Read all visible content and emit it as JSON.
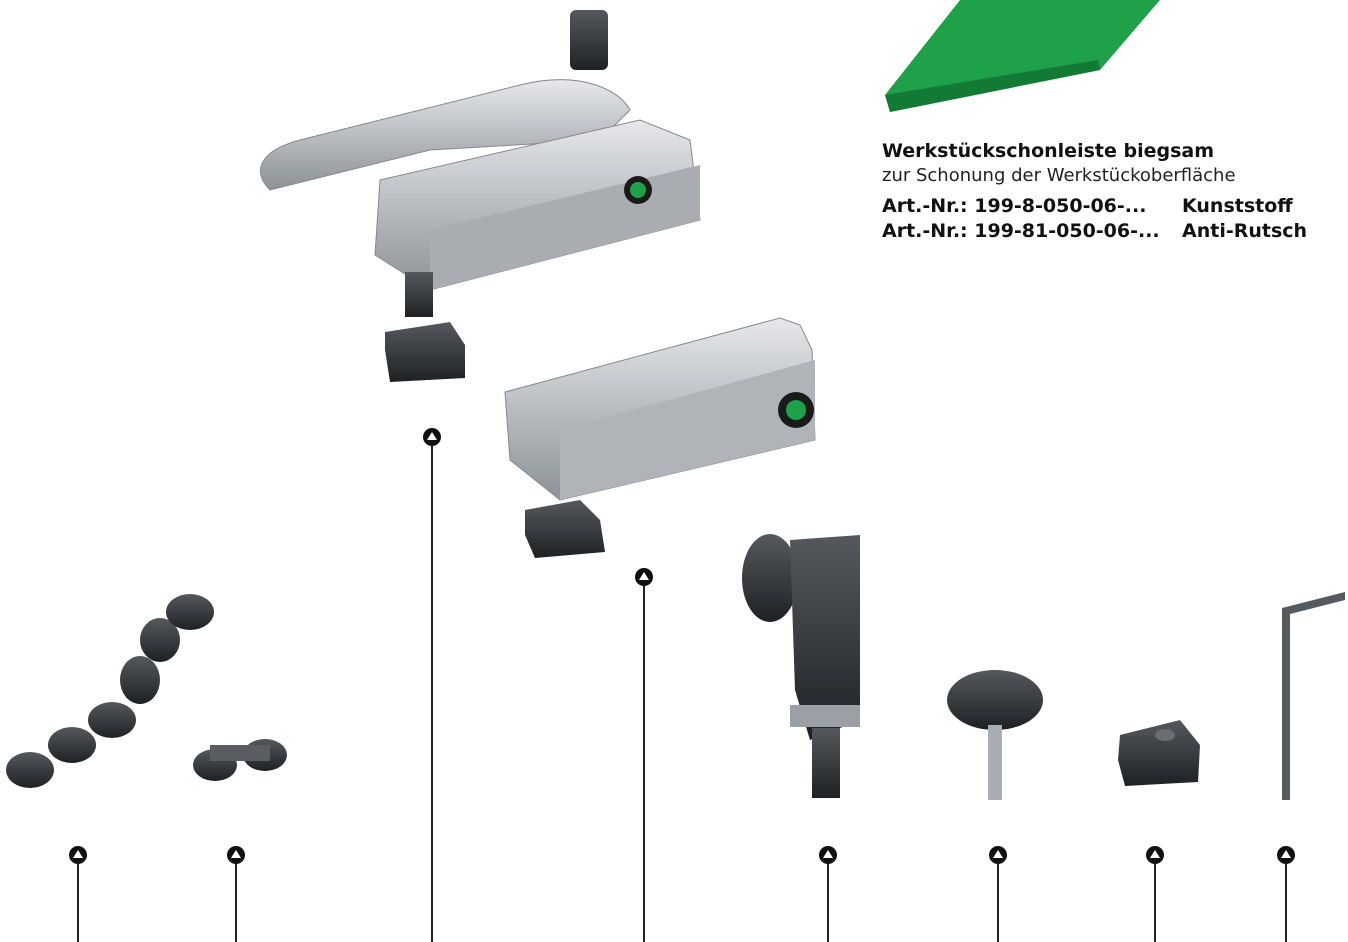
{
  "caption": {
    "title": "Werkstückschonleiste biegsam",
    "subtitle": "zur Schonung der Werkstückoberfläche",
    "rows": [
      {
        "number": "Art.-Nr.: 199-8-050-06-...",
        "material": "Kunststoff"
      },
      {
        "number": "Art.-Nr.: 199-81-050-06-...",
        "material": "Anti-Rutsch"
      }
    ]
  },
  "colors": {
    "green_strip": "#1fa14a",
    "steel": "#c9ccd0",
    "dark_part": "#2d3033",
    "callout": "#111111"
  },
  "parts": [
    {
      "name": "clamp-lever-assembly"
    },
    {
      "name": "t-slot-nut-upper"
    },
    {
      "name": "clamp-rail"
    },
    {
      "name": "t-slot-nut-rail"
    },
    {
      "name": "roller-chain"
    },
    {
      "name": "chain-link"
    },
    {
      "name": "swivel-support"
    },
    {
      "name": "star-knob-screw"
    },
    {
      "name": "t-slot-nut-small"
    },
    {
      "name": "hex-key"
    }
  ]
}
